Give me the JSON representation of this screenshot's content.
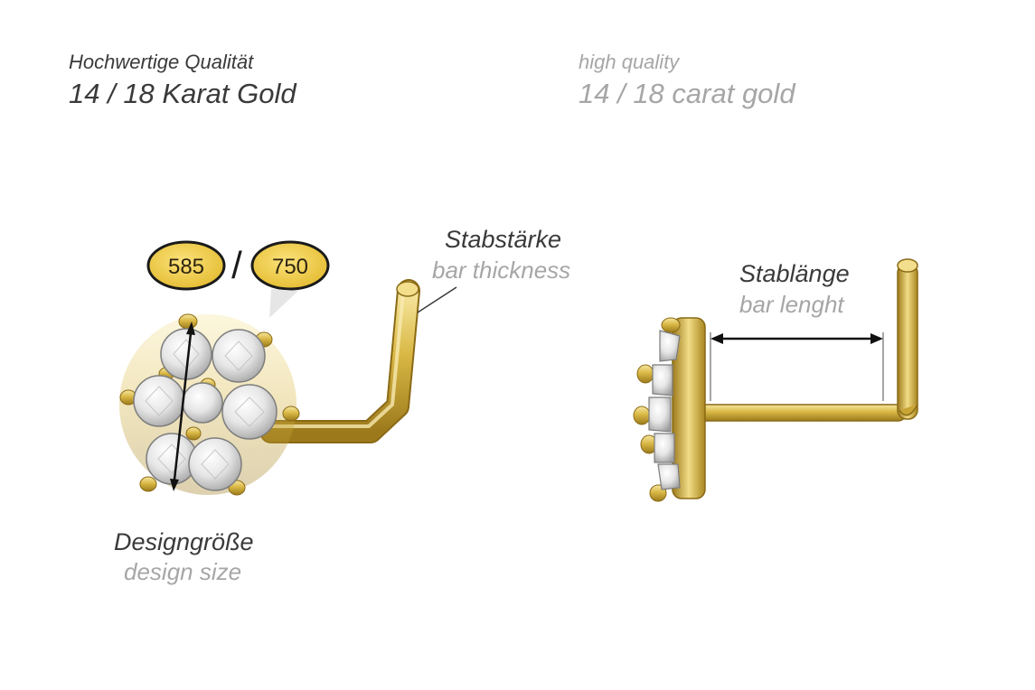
{
  "header": {
    "de_subtitle": "Hochwertige Qualität",
    "de_title": "14 / 18 Karat Gold",
    "en_subtitle": "high quality",
    "en_title": "14 / 18 carat gold"
  },
  "badges": {
    "left": "585",
    "separator": "/",
    "right": "750"
  },
  "labels": {
    "thickness_de": "Stabstärke",
    "thickness_en": "bar thickness",
    "length_de": "Stablänge",
    "length_en": "bar lenght",
    "size_de": "Designgröße",
    "size_en": "design size"
  },
  "colors": {
    "gold": "#d9b845",
    "gold_dark": "#9c7a1c",
    "badge_fill": "#f2d24a",
    "text_dark": "#3a3a3a",
    "text_light": "#a6a6a6"
  }
}
